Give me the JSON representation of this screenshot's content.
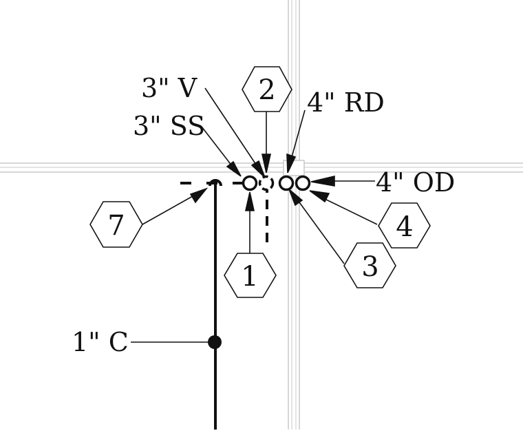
{
  "labels": {
    "vent": "3\" V",
    "soil_stack": "3\" SS",
    "roof_drain": "4\" RD",
    "overflow_drain": "4\" OD",
    "condensate": "1\" C"
  },
  "tags": {
    "t1": "1",
    "t2": "2",
    "t3": "3",
    "t4": "4",
    "t7": "7"
  },
  "colors": {
    "ink": "#111111",
    "grid": "#c8c8c8",
    "background": "#ffffff"
  }
}
